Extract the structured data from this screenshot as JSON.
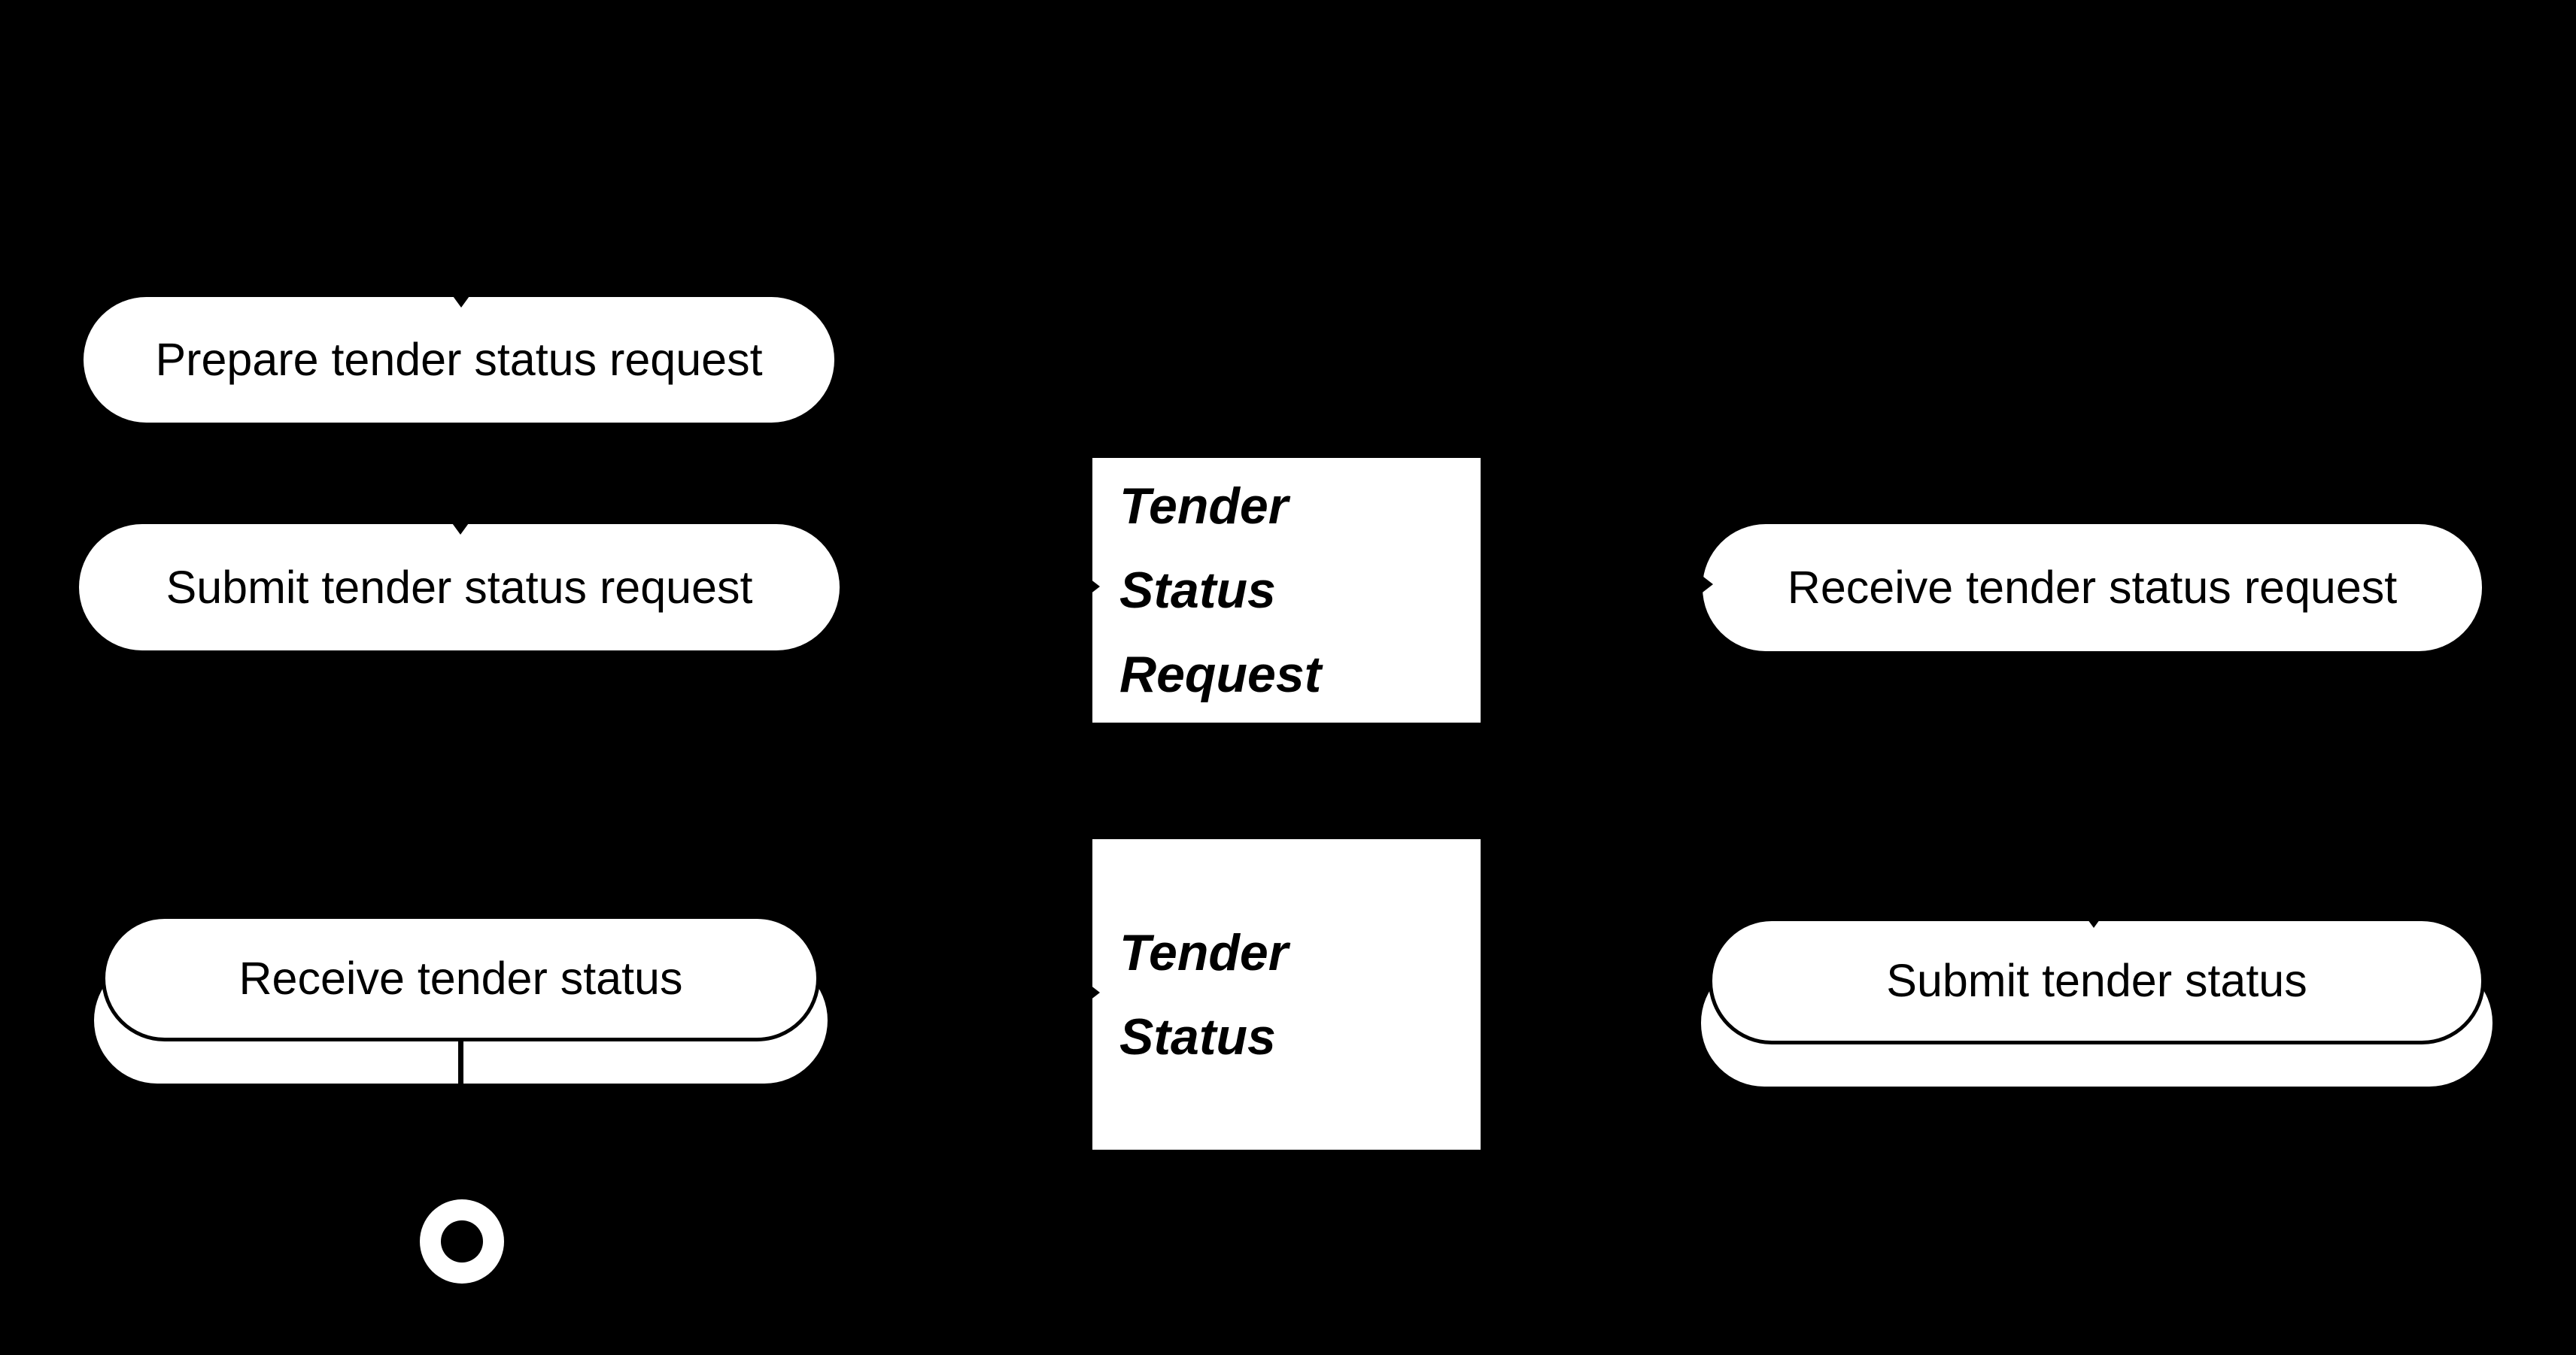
{
  "colors": {
    "background": "#000000",
    "shape_fill": "#ffffff",
    "stroke": "#000000",
    "text": "#000000"
  },
  "tasks": {
    "prepare": {
      "label": "Prepare tender status request"
    },
    "submit_request": {
      "label": "Submit tender status request"
    },
    "receive_request": {
      "label": "Receive tender status request"
    },
    "receive_status": {
      "label": "Receive tender status"
    },
    "submit_status": {
      "label": "Submit tender status"
    }
  },
  "messages": {
    "tender_status_request": {
      "line1": "Tender",
      "line2": "Status",
      "line3": "Request"
    },
    "tender_status": {
      "line1": "Tender",
      "line2": "Status"
    }
  }
}
